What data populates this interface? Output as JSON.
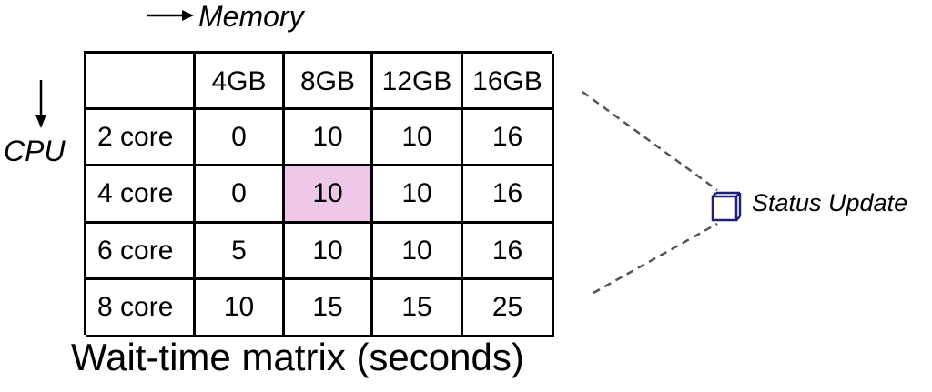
{
  "axes": {
    "column_axis_label": "Memory",
    "row_axis_label": "CPU"
  },
  "matrix": {
    "corner": "",
    "columns": [
      "4GB",
      "8GB",
      "12GB",
      "16GB"
    ],
    "rows": [
      {
        "label": "2 core",
        "values": [
          "0",
          "10",
          "10",
          "16"
        ]
      },
      {
        "label": "4 core",
        "values": [
          "0",
          "10",
          "10",
          "16"
        ]
      },
      {
        "label": "6 core",
        "values": [
          "5",
          "10",
          "10",
          "16"
        ]
      },
      {
        "label": "8 core",
        "values": [
          "10",
          "15",
          "15",
          "25"
        ]
      }
    ],
    "highlighted_cell": {
      "row": "4 core",
      "column": "8GB",
      "color": "#efc8e9"
    },
    "caption": "Wait-time matrix (seconds)"
  },
  "status_node": {
    "label": "Status Update",
    "icon": "cube-icon",
    "color": "#1f1f7a"
  }
}
